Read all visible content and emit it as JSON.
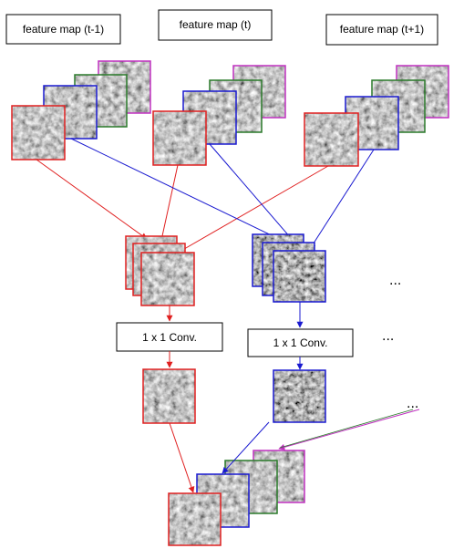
{
  "labels": {
    "feature_map_t_minus_1": "feature map (t-1)",
    "feature_map_t": "feature map (t)",
    "feature_map_t_plus_1": "feature map (t+1)",
    "conv_left": "1 x 1 Conv.",
    "conv_right": "1 x 1 Conv."
  },
  "ellipses": {
    "group_right": "...",
    "conv_right": "...",
    "output_right": "..."
  },
  "colors": {
    "channel_1": "#e02020",
    "channel_2": "#1a1ad0",
    "channel_3": "#2a7a2a",
    "channel_4": "#c030c0",
    "border": "#000000"
  }
}
